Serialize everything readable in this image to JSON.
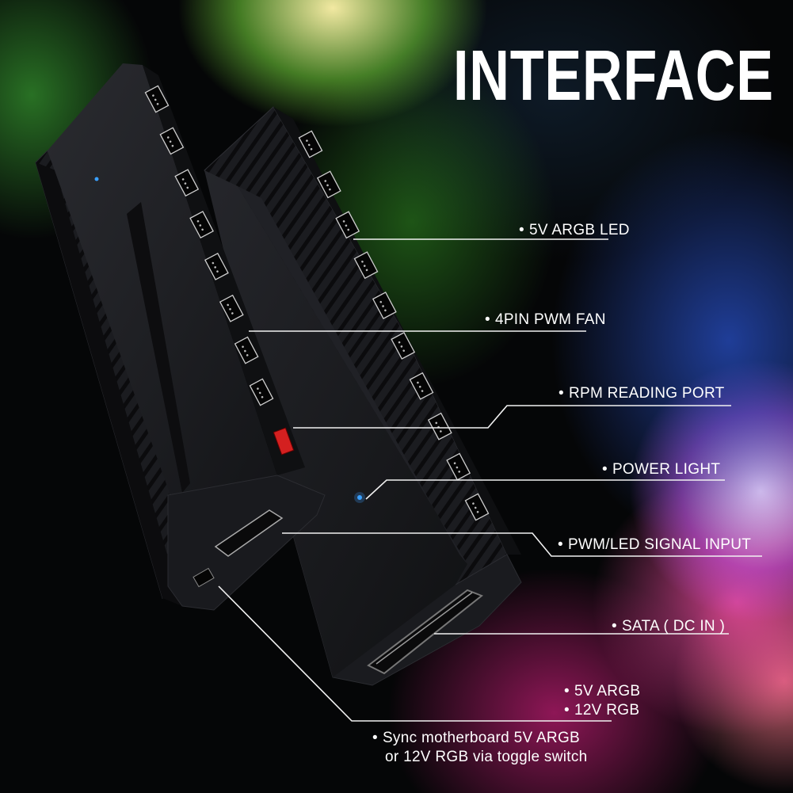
{
  "title": "INTERFACE",
  "bullet": "•",
  "callouts": {
    "argb_led": "5V ARGB LED",
    "pwm_fan": "4PIN PWM FAN",
    "rpm_port": "RPM READING PORT",
    "power_light": "POWER LIGHT",
    "signal_input": "PWM/LED SIGNAL INPUT",
    "sata": "SATA ( DC IN )",
    "argb_5v": "5V ARGB",
    "rgb_12v": "12V RGB",
    "sync_line1": "Sync motherboard 5V ARGB",
    "sync_line2": "or 12V RGB via toggle switch"
  },
  "colors": {
    "text": "#ffffff",
    "leader_line": "#f2f2f2",
    "hub_body": "#16171a",
    "power_led": "#3aa0ff",
    "rpm_port": "#d42020"
  }
}
